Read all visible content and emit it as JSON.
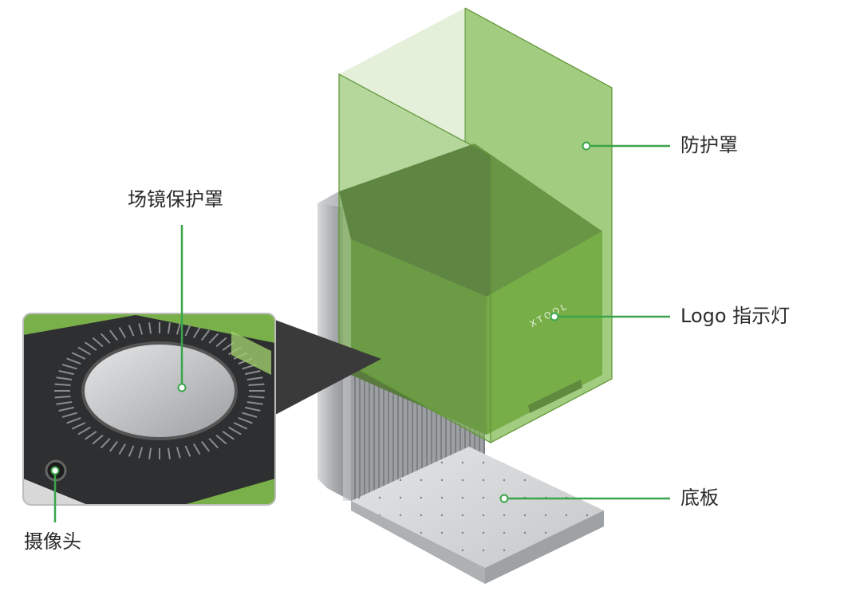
{
  "labels": {
    "shield": "防护罩",
    "lens_protector": "场镜保护罩",
    "logo_indicator": "Logo 指示灯",
    "base_plate": "底板",
    "camera": "摄像头"
  },
  "brand_mark": "XTOOL",
  "colors": {
    "callout_line": "#3aa54a",
    "shield_green": "#7ab648",
    "machine_gray": "#b9bbbd",
    "label_text": "#2b2b2b"
  }
}
